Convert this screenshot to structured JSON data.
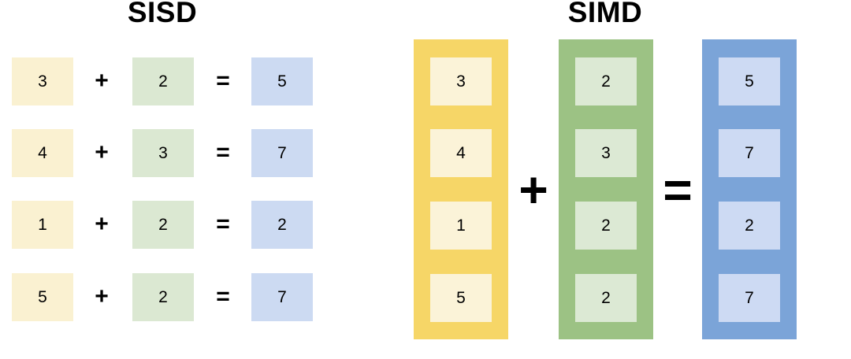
{
  "colors": {
    "background": "#FFFFFF",
    "text": "#000000",
    "operand_a_light": "#FAF1D1",
    "operand_b_light": "#DBE8D2",
    "result_light": "#CCDAF2",
    "vector_a_column": "#F6D667",
    "vector_b_column": "#9CC284",
    "vector_result_column": "#7BA4D8",
    "vector_a_cell": "#FBF3D8",
    "vector_b_cell": "#DCE9D4",
    "vector_result_cell": "#CDDAF3"
  },
  "operators": {
    "plus": "+",
    "equals": "="
  },
  "sisd": {
    "title": "SISD",
    "rows": [
      {
        "a": "3",
        "b": "2",
        "result": "5"
      },
      {
        "a": "4",
        "b": "3",
        "result": "7"
      },
      {
        "a": "1",
        "b": "2",
        "result": "2"
      },
      {
        "a": "5",
        "b": "2",
        "result": "7"
      }
    ]
  },
  "simd": {
    "title": "SIMD",
    "vector_a": [
      "3",
      "4",
      "1",
      "5"
    ],
    "vector_b": [
      "2",
      "3",
      "2",
      "2"
    ],
    "vector_result": [
      "5",
      "7",
      "2",
      "7"
    ]
  }
}
